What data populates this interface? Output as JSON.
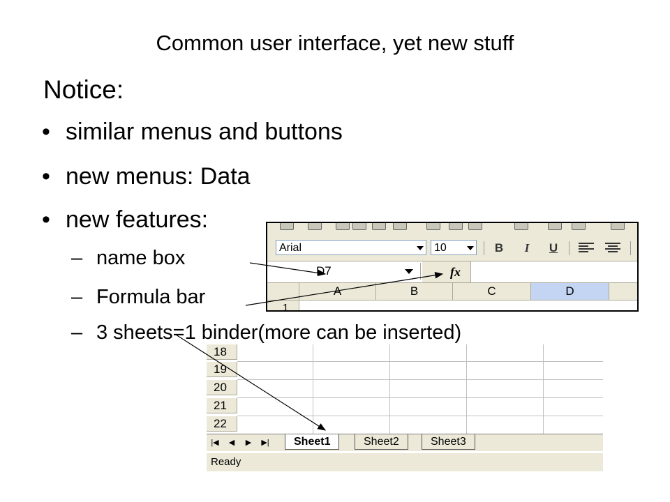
{
  "slide": {
    "title": "Common user interface, yet new stuff",
    "notice": "Notice:",
    "bullets": [
      "similar menus and buttons",
      "new menus: Data",
      "new features:"
    ],
    "sub_bullets": [
      "name box",
      "Formula bar",
      "3 sheets=1 binder(more can be inserted)"
    ],
    "bullet_glyph": "•",
    "dash_glyph": "–"
  },
  "excel_toolbar": {
    "font_name": "Arial",
    "font_size": "10",
    "bold": "B",
    "italic": "I",
    "underline": "U",
    "name_box": "D7",
    "fx": "fx",
    "columns": [
      "A",
      "B",
      "C",
      "D"
    ],
    "selected_column": "D",
    "first_row": "1"
  },
  "excel_sheets": {
    "row_numbers": [
      "18",
      "19",
      "20",
      "21",
      "22"
    ],
    "nav_icons": [
      "first-sheet-icon",
      "prev-sheet-icon",
      "next-sheet-icon",
      "last-sheet-icon"
    ],
    "tabs": [
      "Sheet1",
      "Sheet2",
      "Sheet3"
    ],
    "active_tab": "Sheet1",
    "status": "Ready"
  }
}
